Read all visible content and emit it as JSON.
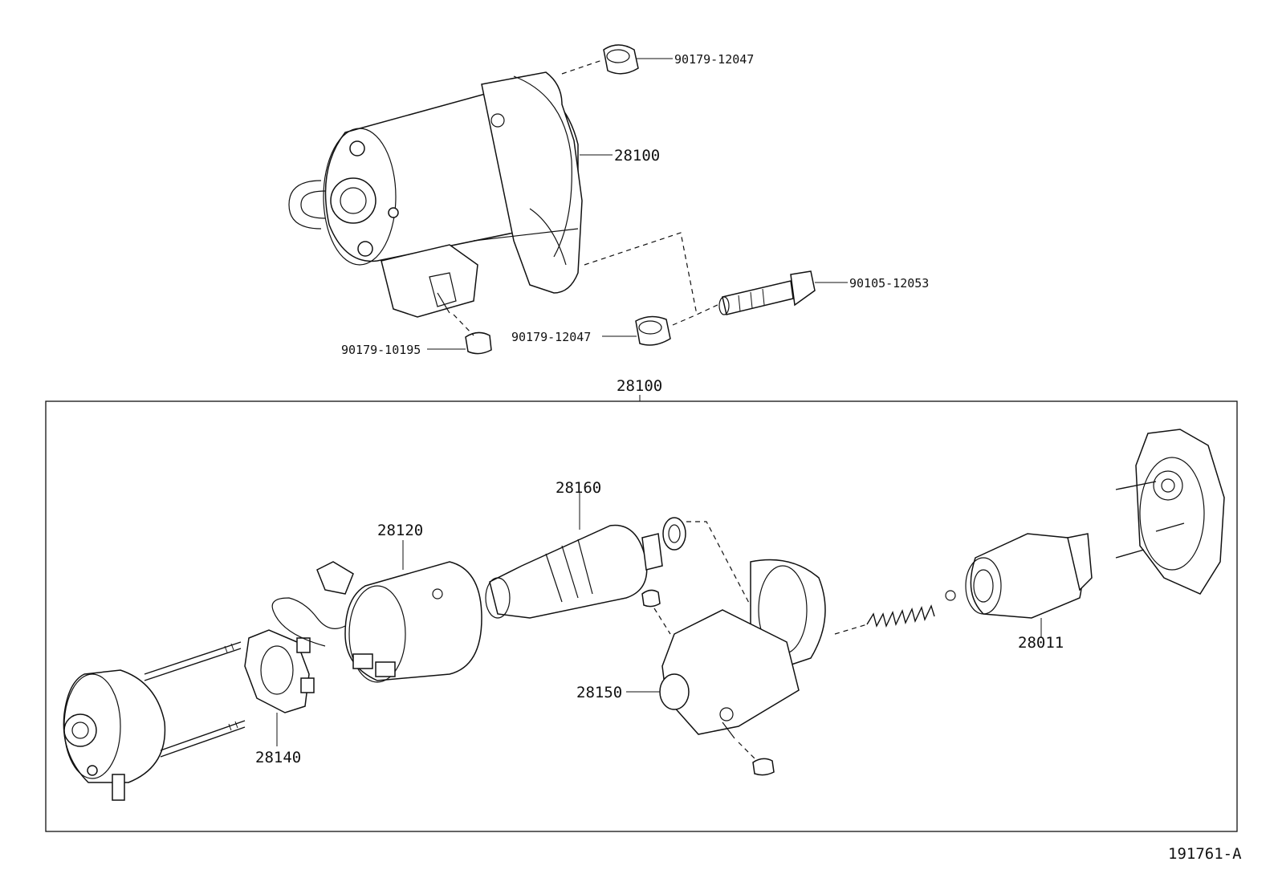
{
  "diagram": {
    "reference_code": "191761-A",
    "labels": {
      "nut_top": "90179-12047",
      "starter_assembly": "28100",
      "bolt": "90105-12053",
      "nut_bottom": "90179-12047",
      "terminal_nut": "90179-10195",
      "exploded_group": "28100",
      "yoke": "28120",
      "armature": "28160",
      "brush_holder": "28140",
      "magnetic_switch": "28150",
      "clutch_starter": "28011"
    }
  }
}
